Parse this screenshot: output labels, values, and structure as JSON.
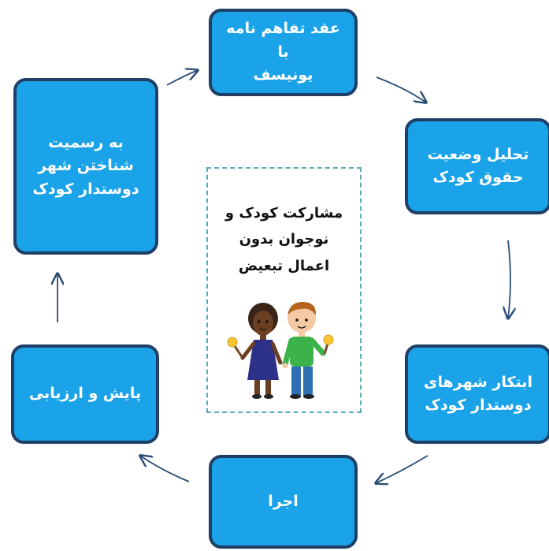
{
  "steps": [
    {
      "label": "عقد تفاهم نامه با\nیونیسف"
    },
    {
      "label": "تحلیل وضعیت\nحقوق کودک"
    },
    {
      "label": "ابتکار شهرهای\nدوستدار کودک"
    },
    {
      "label": "اجرا"
    },
    {
      "label": "پایش و ارزیابی"
    },
    {
      "label": "به رسمیت\nشناختن شهر\nدوستدار کودک"
    }
  ],
  "center": {
    "title": "مشارکت کودک و\nنوجوان بدون\nاعمال تبعیض",
    "illustration": "two-children-holding-lollipops"
  },
  "colors": {
    "box_fill": "#1aa3e8",
    "box_border": "#1f3f66",
    "arrow": "#2a4d75",
    "center_border": "#5aaab7"
  }
}
